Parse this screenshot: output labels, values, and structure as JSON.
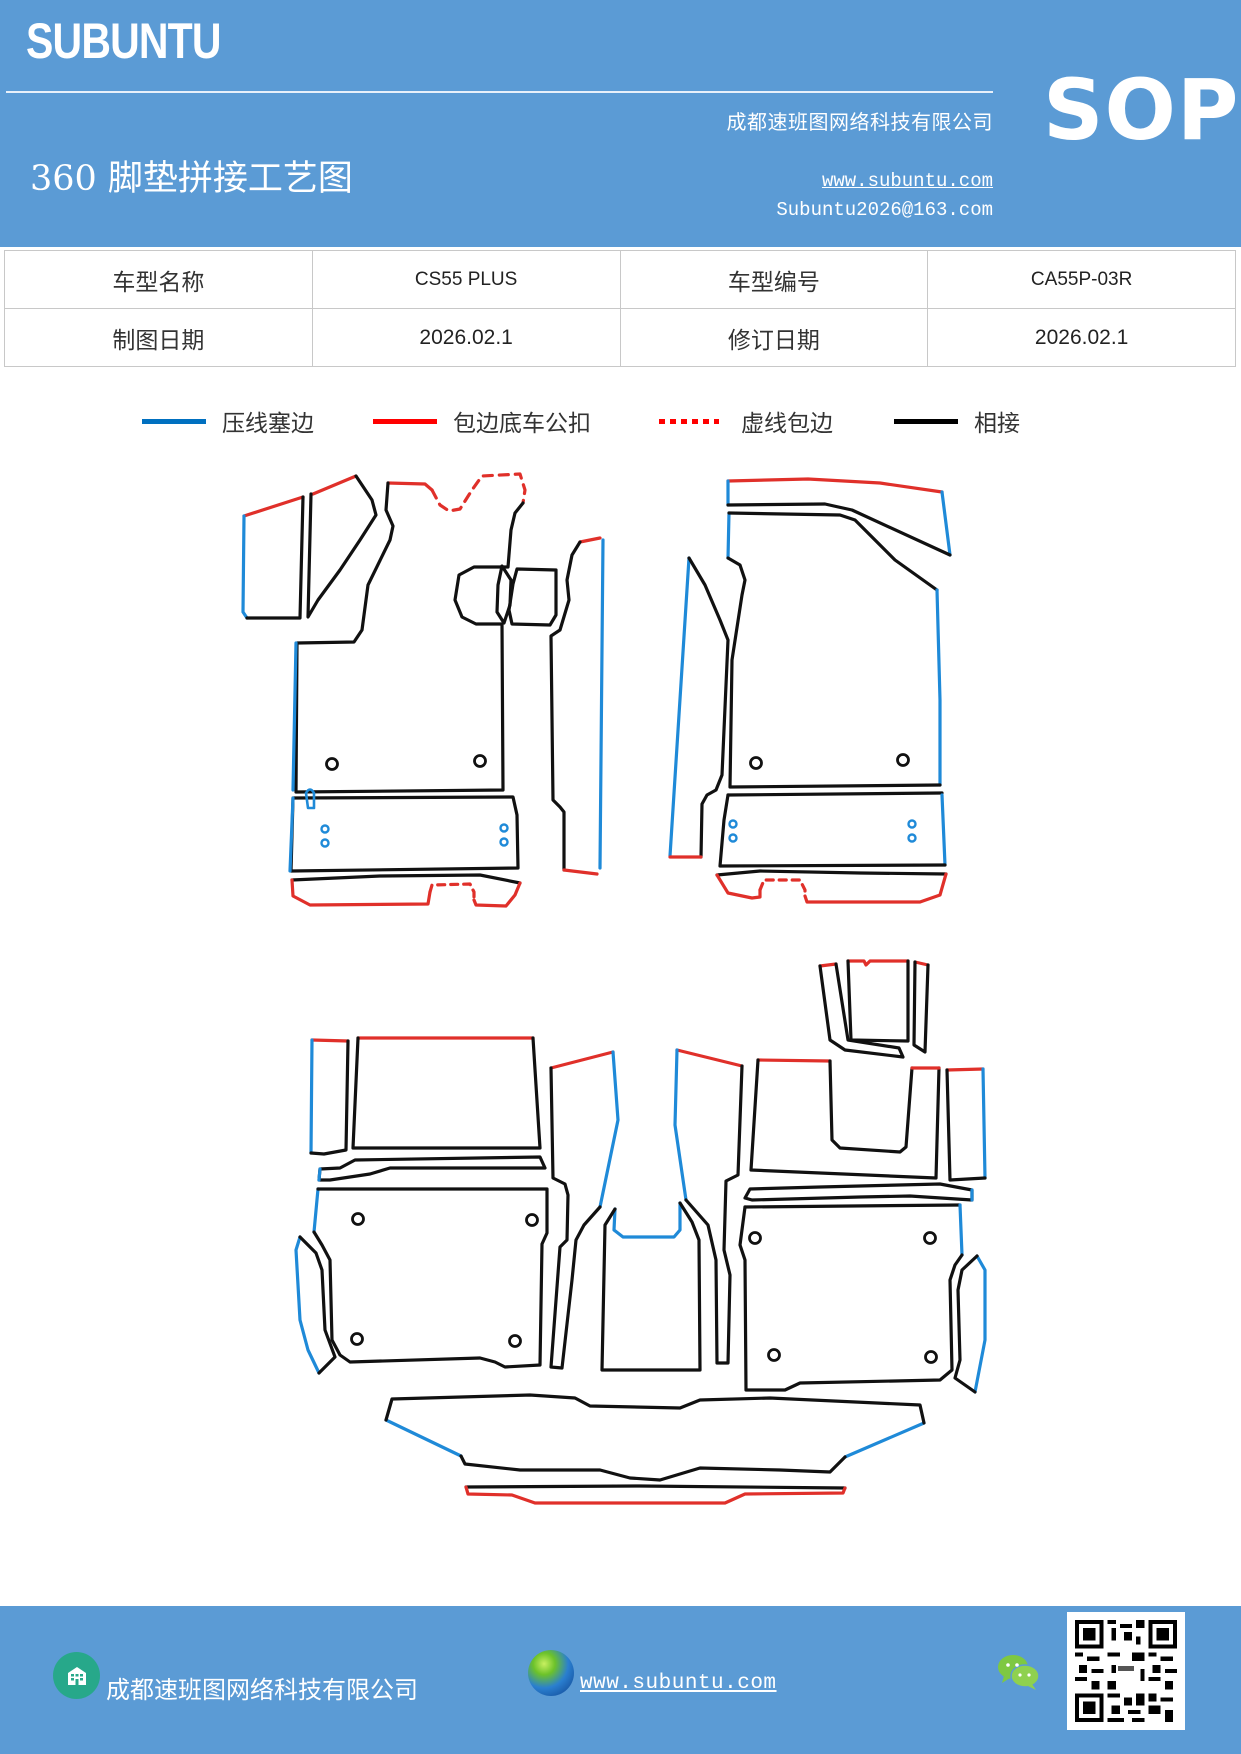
{
  "header": {
    "brand": "SUBUNTU",
    "company": "成都速班图网络科技有限公司",
    "title": "360 脚垫拼接工艺图",
    "website": "www.subuntu.com",
    "email": "Subuntu2026@163.com",
    "badge": "SOP",
    "background_color": "#5b9bd5"
  },
  "info_table": {
    "rows": [
      {
        "label1": "车型名称",
        "value1": "CS55 PLUS",
        "label2": "车型编号",
        "value2": "CA55P-03R"
      },
      {
        "label1": "制图日期",
        "value1": "2026.02.1",
        "label2": "修订日期",
        "value2": "2026.02.1"
      }
    ]
  },
  "legend": {
    "items": [
      {
        "label": "压线塞边",
        "style": "solid",
        "color": "#0070c0"
      },
      {
        "label": "包边底车公扣",
        "style": "solid",
        "color": "#ff0000"
      },
      {
        "label": "虚线包边",
        "style": "dotted",
        "color": "#ff0000"
      },
      {
        "label": "相接",
        "style": "solid",
        "color": "#000000"
      }
    ]
  },
  "diagram": {
    "line_colors": {
      "press_edge": "#1f8ad8",
      "wrap_edge": "#e0302a",
      "joint": "#111111"
    },
    "groups": [
      {
        "name": "front-left-driver-mat",
        "pieces": 6
      },
      {
        "name": "front-right-passenger-mat",
        "pieces": 4
      },
      {
        "name": "rear-mats-and-tunnel",
        "pieces": 12
      },
      {
        "name": "rear-bottom-strip",
        "pieces": 2
      }
    ]
  },
  "footer": {
    "company": "成都速班图网络科技有限公司",
    "website": "www.subuntu.com",
    "icons": [
      "building-icon",
      "globe-icon",
      "wechat-icon",
      "qr-code"
    ],
    "background_color": "#5b9bd5"
  }
}
